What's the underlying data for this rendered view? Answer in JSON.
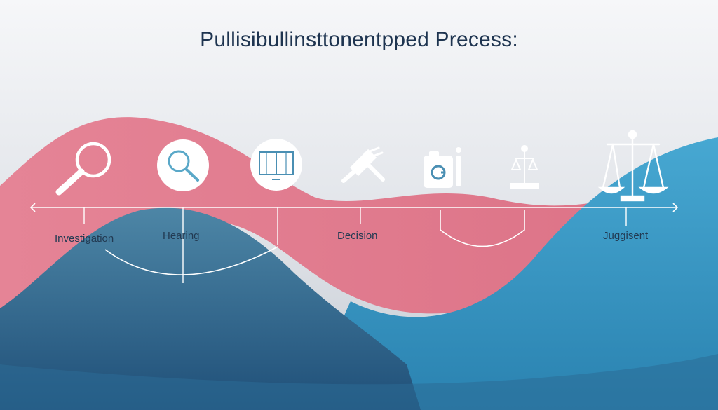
{
  "title": "Pullisibullinsttonentpped Precess:",
  "stages": [
    {
      "label": "Investigation",
      "icon": "magnifier-icon"
    },
    {
      "label": "Hearing",
      "icon": "search-circle-icon"
    },
    {
      "label": "",
      "icon": "book-circle-icon"
    },
    {
      "label": "Decision",
      "icon": "gavel-icon"
    },
    {
      "label": "",
      "icon": "camera-icon"
    },
    {
      "label": "",
      "icon": "small-scales-icon"
    },
    {
      "label": "Juggisent",
      "icon": "scales-icon"
    }
  ],
  "colors": {
    "background_top": "#f4f5f7",
    "background_bottom": "#c9ced6",
    "pink_wave": "#e07a8c",
    "blue_wave_dark": "#2f6a92",
    "blue_wave_light": "#3f9bc8",
    "line": "#ffffff",
    "title": "#1e3450",
    "label": "#223a52"
  }
}
